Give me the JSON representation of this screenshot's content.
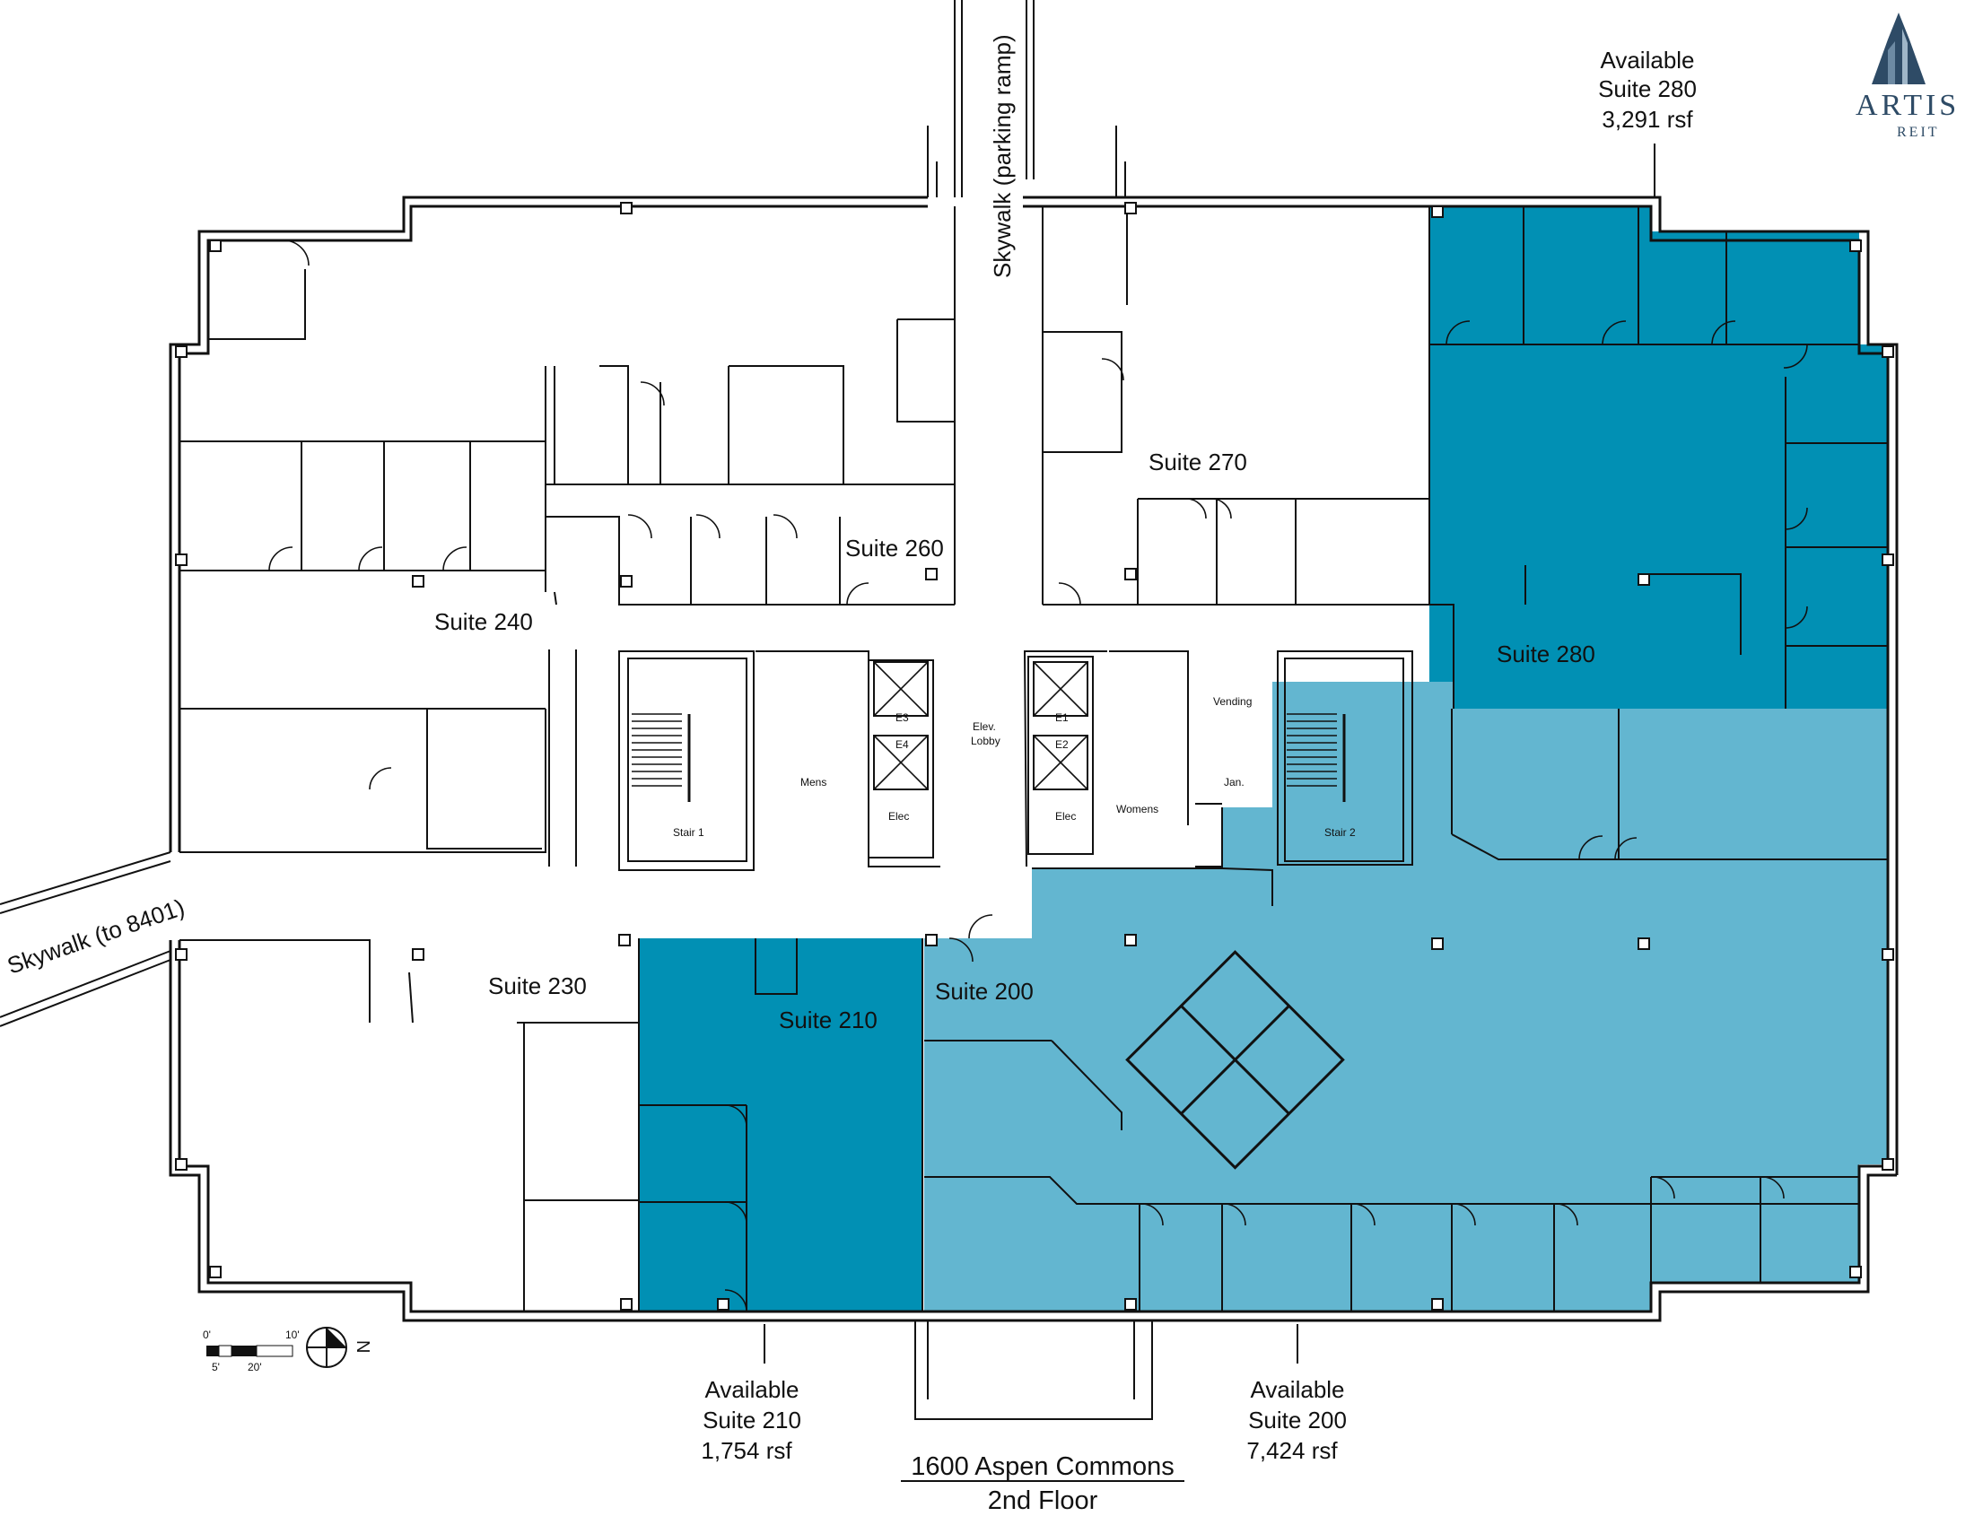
{
  "colors": {
    "suite_280": "#0190b4",
    "suite_210": "#0190b4",
    "suite_200": "#63b6d0",
    "logo": "#2e4b66",
    "walls": "#111111"
  },
  "suites": {
    "suite_200": "Suite 200",
    "suite_210": "Suite 210",
    "suite_230": "Suite 230",
    "suite_240": "Suite 240",
    "suite_260": "Suite 260",
    "suite_270": "Suite 270",
    "suite_280": "Suite 280"
  },
  "rooms": {
    "stair_1": "Stair 1",
    "stair_2": "Stair 2",
    "mens": "Mens",
    "womens": "Womens",
    "elev_lobby_line1": "Elev.",
    "elev_lobby_line2": "Lobby",
    "vending": "Vending",
    "jan": "Jan.",
    "e1": "E1",
    "e2": "E2",
    "e3": "E3",
    "e4": "E4",
    "elec": "Elec"
  },
  "skywalks": {
    "parking": "Skywalk (parking ramp)",
    "to_8401": "Skywalk (to 8401)"
  },
  "callouts": {
    "suite_280": {
      "line1": "Available",
      "line2": "Suite 280",
      "line3": "3,291 rsf"
    },
    "suite_210": {
      "line1": "Available",
      "line2": "Suite 210",
      "line3": "1,754 rsf"
    },
    "suite_200": {
      "line1": "Available",
      "line2": "Suite 200",
      "line3": "7,424 rsf"
    }
  },
  "title": {
    "line1": "1600 Aspen Commons",
    "line2": "2nd Floor"
  },
  "logo": {
    "name": "ARTIS",
    "sub": "REIT"
  },
  "scale_bar": {
    "ticks": [
      "0'",
      "5'",
      "10'",
      "20'"
    ]
  },
  "north_arrow": {
    "label": "N"
  }
}
